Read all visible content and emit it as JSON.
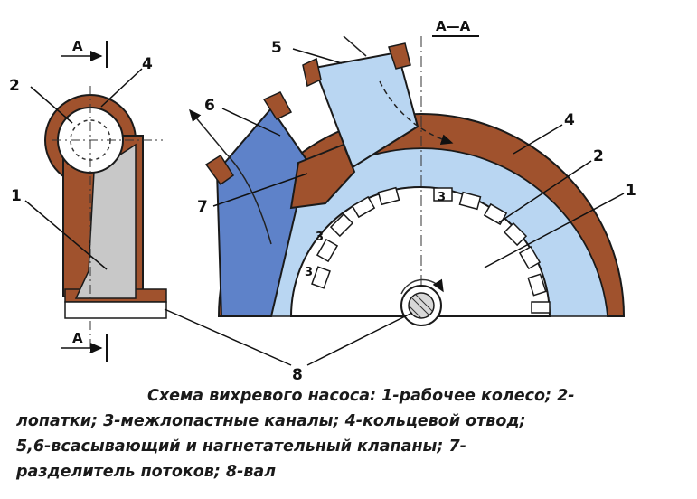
{
  "diagram": {
    "section_title": "А—А",
    "section_marker": "А",
    "labels": {
      "n1": "1",
      "n2": "2",
      "n3": "3",
      "n4": "4",
      "n5": "5",
      "n6": "6",
      "n7": "7",
      "n8": "8"
    },
    "colors": {
      "casing_brown": "#a0522d",
      "channel_light_blue": "#b9d6f2",
      "channel_blue": "#5e82c9",
      "impeller_gray": "#c8c8c8",
      "outline": "#1a1a1a"
    }
  },
  "caption": {
    "line1": "Схема вихревого насоса: 1-рабочее колесо; 2-",
    "line2": "лопатки; 3-межлопастные каналы; 4-кольцевой отвод;",
    "line3": "5,6-всасывающий и нагнетательный клапаны; 7-",
    "line4": "разделитель потоков; 8-вал"
  }
}
